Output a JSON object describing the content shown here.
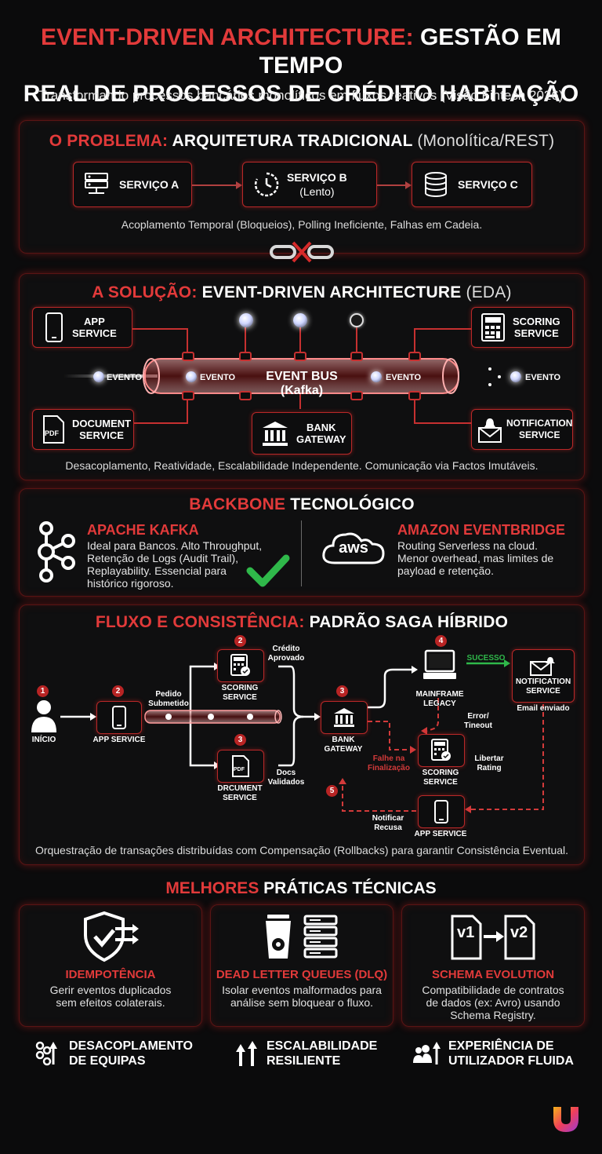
{
  "header": {
    "title_red": "EVENT-DRIVEN ARCHITECTURE:",
    "title_white_1": "GESTÃO EM TEMPO",
    "title_white_2": "REAL DE PROCESSOS DE CRÉDITO HABITAÇÃO",
    "subtitle": "Transformando processos bancários monolíticos em fluxos reativos (Visão Fintech 2026)"
  },
  "problem": {
    "title_red": "O PROBLEMA:",
    "title_white": "ARQUITETURA TRADICIONAL",
    "title_light": "(Monolítica/REST)",
    "service_a": "SERVIÇO A",
    "service_b": "SERVIÇO B",
    "service_b_sub": "(Lento)",
    "service_c": "SERVIÇO C",
    "caption": "Acoplamento Temporal (Bloqueios), Polling Ineficiente, Falhas em Cadeia."
  },
  "solution": {
    "title_red": "A SOLUÇÃO:",
    "title_white": "EVENT-DRIVEN ARCHITECTURE",
    "title_light": "(EDA)",
    "app_service": [
      "APP",
      "SERVICE"
    ],
    "scoring_service": [
      "SCORING",
      "SERVICE"
    ],
    "document_service": [
      "DOCUMENT",
      "SERVICE"
    ],
    "bank_gateway": [
      "BANK",
      "GATEWAY"
    ],
    "notification_service": [
      "NOTIFICATION",
      "SERVICE"
    ],
    "event_bus": "EVENT BUS (Kafka)",
    "event_label": "EVENTO",
    "caption": "Desacoplamento, Reatividade, Escalabilidade Independente. Comunicação via Factos Imutáveis."
  },
  "backbone": {
    "title_red": "BACKBONE",
    "title_white": "TECNOLÓGICO",
    "kafka_title": "APACHE KAFKA",
    "kafka_text": [
      "Ideal para Bancos. Alto Throughput,",
      "Retenção de Logs (Audit Trail),",
      "Replayability. Essencial para",
      "histórico rigoroso."
    ],
    "aws_logo": "aws",
    "eventbridge_title": "AMAZON EVENTBRIDGE",
    "eventbridge_text": [
      "Routing Serverless na cloud.",
      "Menor overhead, mas limites de",
      "payload e retenção."
    ]
  },
  "flow": {
    "title_red": "FLUXO E CONSISTÊNCIA:",
    "title_white": "PADRÃO SAGA HÍBRIDO",
    "inicio": "INÍCIO",
    "app_service": "APP SERVICE",
    "pedido": [
      "Pedido",
      "Submetido"
    ],
    "scoring": [
      "SCORING",
      "SERVICE"
    ],
    "credito": [
      "Crédito",
      "Aprovado"
    ],
    "document": [
      "DRCUMENT",
      "SERVICE"
    ],
    "docs": [
      "Docs",
      "Validados"
    ],
    "bank": [
      "BANK",
      "GATEWAY"
    ],
    "mainframe": [
      "MAINFRAME",
      "LEGACY"
    ],
    "sucesso": "SUCESSO",
    "notification": [
      "NOTIFICATION",
      "SERVICE"
    ],
    "email": "Email enviado",
    "erro": [
      "Error/",
      "Tineout"
    ],
    "falha": [
      "Falhe na",
      "Finalização"
    ],
    "scoring2": [
      "SCORING",
      "SERVICE"
    ],
    "libertar": [
      "Libertar",
      "Rating"
    ],
    "notificar": [
      "Notificar",
      "Recusa"
    ],
    "app_service2": "APP SERVICE",
    "steps": [
      "1",
      "2",
      "2",
      "3",
      "3",
      "4",
      "5"
    ],
    "caption": "Orquestração de transações distribuídas com Compensação (Rollbacks) para garantir Consistência Eventual."
  },
  "practices": {
    "title_red": "MELHORES",
    "title_white": "PRÁTICAS TÉCNICAS",
    "cards": [
      {
        "title": "IDEMPOTÊNCIA",
        "text": [
          "Gerir eventos duplicados",
          "sem efeitos colaterais."
        ]
      },
      {
        "title": "DEAD LETTER QUEUES (DLQ)",
        "text": [
          "Isolar eventos malformados para",
          "análise sem bloquear o fluxo."
        ]
      },
      {
        "title": "SCHEMA EVOLUTION",
        "text": [
          "Compatibilidade de contratos",
          "de dados (ex: Avro) usando",
          "Schema Registry."
        ]
      }
    ],
    "v1": "v1",
    "v2": "v2"
  },
  "benefits": [
    [
      "DESACOPLAMENTO",
      "DE EQUIPAS"
    ],
    [
      "ESCALABILIDADE",
      "RESILIENTE"
    ],
    [
      "EXPERIÊNCIA DE",
      "UTILIZADOR FLUIDA"
    ]
  ],
  "colors": {
    "accent": "#e23a3a",
    "panel_border": "#5a1414",
    "background": "#0b0b0c"
  }
}
